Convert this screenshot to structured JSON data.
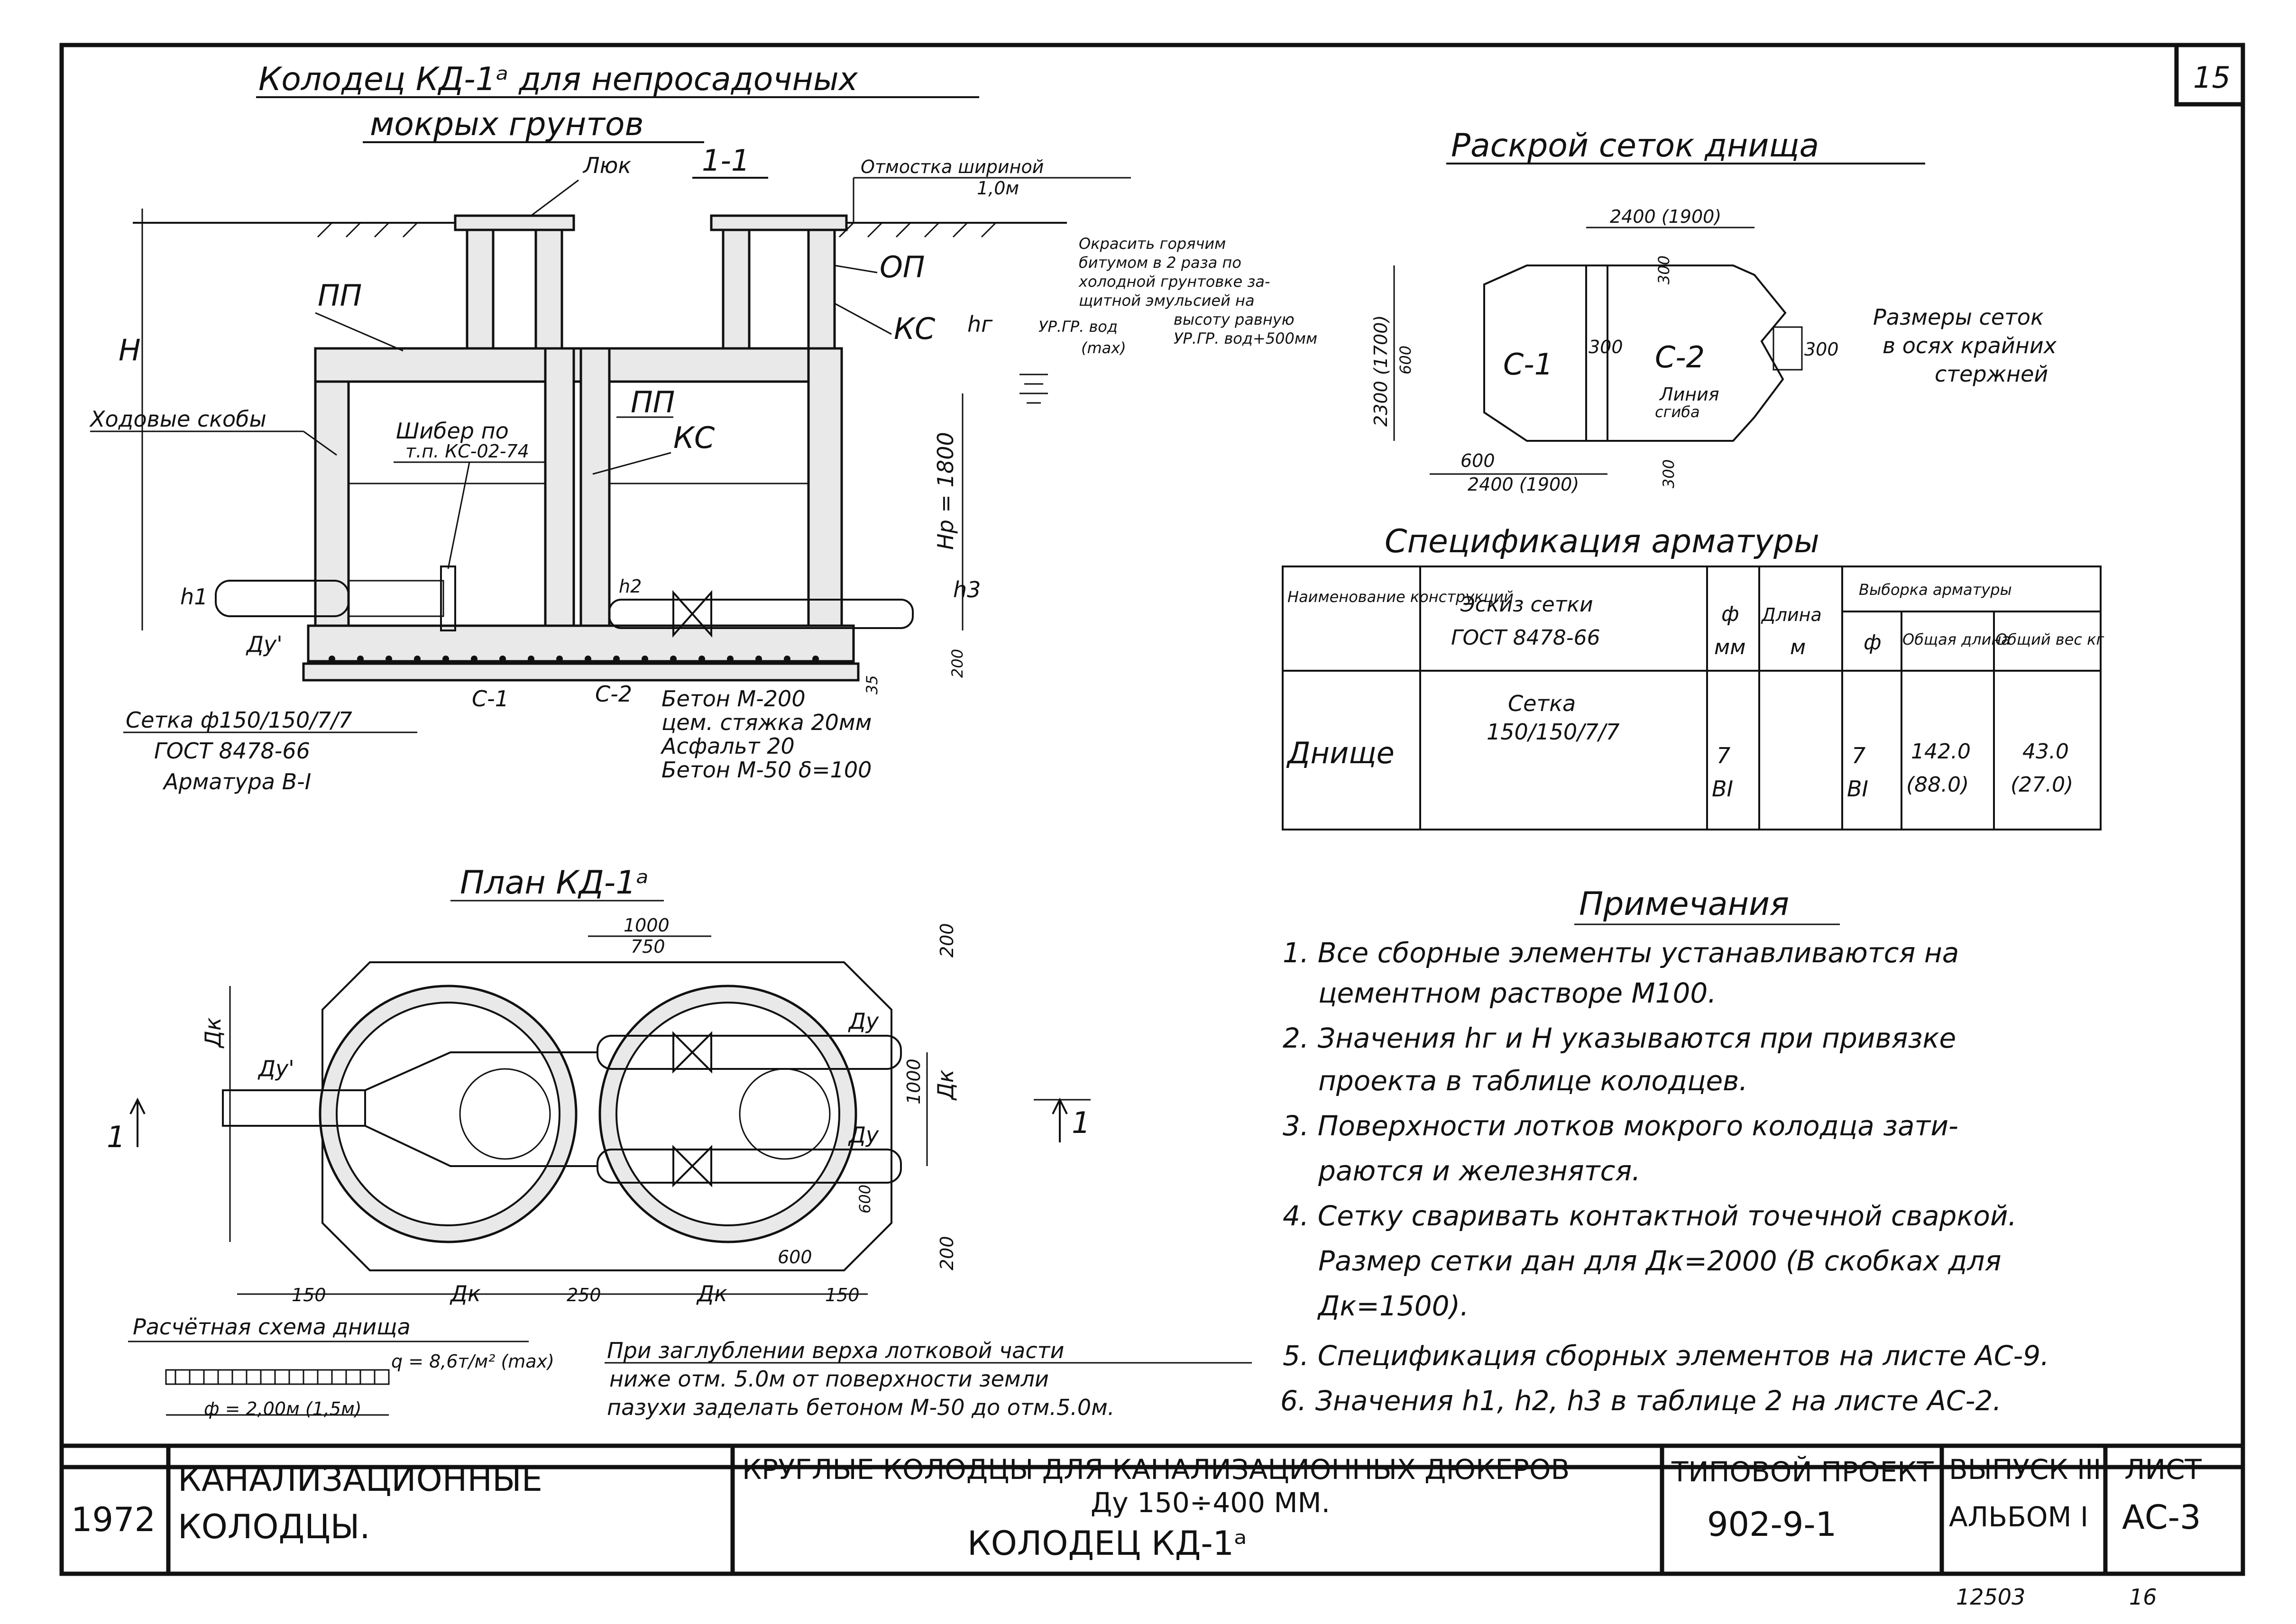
{
  "page_number": "15",
  "main_title": "Колодец КД-1ᵃ для непросадочных",
  "main_title_2": "мокрых грунтов",
  "section": {
    "label": "1-1",
    "hatch_label": "Люк",
    "apron_label": "Отмостка шириной",
    "apron_width": "1,0м",
    "opn_label": "ОП",
    "kc_label": "КС",
    "hg_label": "hг",
    "pp_label": "ПП",
    "h_label": "H",
    "hp_label": "Hр = 1800",
    "h1_label": "h1",
    "h2_label": "h2",
    "h3_label": "h3",
    "step_brackets_label": "Ходовые скобы",
    "gate_label": "Шибер по",
    "gate_ref": "т.п. КС-02-74",
    "pp2_label": "ПП",
    "kc2_label": "КС",
    "du1_label": "Ду'",
    "mesh_label": "Сетка ф150/150/7/7",
    "gost_label": "ГОСТ 8478-66",
    "rebar_label": "Арматура В-I",
    "c1_label": "С-1",
    "c2_label": "С-2",
    "concrete_m200": "Бетон М-200",
    "cement_screed": "цем. стяжка 20мм",
    "asphalt": "Асфальт 20",
    "concrete_m50": "Бетон М-50 δ=100",
    "dim_200": "200",
    "dim_35": "35",
    "waterproof_1": "Окрасить горячим",
    "waterproof_2": "битумом в 2 раза по",
    "waterproof_3": "холодной грунтовке за-",
    "waterproof_4": "щитной эмульсией на",
    "waterproof_5": "высоту равную",
    "waterproof_6": "УР.ГР. вод+500мм",
    "gw_label": "УР.ГР. вод",
    "gw_max": "(max)"
  },
  "cutting": {
    "title": "Раскрой сеток днища",
    "dim_top": "2400 (1900)",
    "dim_bottom": "2400 (1900)",
    "dim_left": "2300 (1700)",
    "dim_600_v": "600",
    "dim_600_h": "600",
    "dim_300_a": "300",
    "dim_300_b": "300",
    "dim_300_c": "300",
    "dim_300_d": "300",
    "c1": "С-1",
    "c2": "С-2",
    "fold_line": "Линия",
    "fold_line_2": "сгиба",
    "note_1": "Размеры сеток",
    "note_2": "в осях крайних",
    "note_3": "стержней"
  },
  "spec": {
    "title": "Спецификация арматуры",
    "headers": {
      "name": "Наименование конструкций",
      "sketch": "Эскиз сетки",
      "sketch_gost": "ГОСТ 8478-66",
      "phi": "ф",
      "mm": "мм",
      "length": "Длина",
      "m": "м",
      "selection": "Выборка арматуры",
      "sel_phi": "ф",
      "total_length": "Общая длина",
      "total_weight": "Общий вес кг"
    },
    "row": {
      "name": "Днище",
      "sketch_1": "Сетка",
      "sketch_2": "150/150/7/7",
      "phi": "7",
      "phi_class": "BI",
      "sel_phi": "7",
      "sel_class": "BI",
      "total_length": "142.0",
      "total_length_alt": "(88.0)",
      "total_weight": "43.0",
      "total_weight_alt": "(27.0)"
    }
  },
  "plan": {
    "title": "План КД-1ᵃ",
    "dim_1000": "1000",
    "dim_750": "750",
    "dim_200_top": "200",
    "dim_200_bot": "200",
    "dim_1000_v": "1000",
    "dim_600_v": "600",
    "dim_600_h": "600",
    "dim_150_l": "150",
    "dim_250": "250",
    "dim_150_r": "150",
    "dk_left": "Дк",
    "dk_bottom_1": "Дк",
    "dk_bottom_2": "Дк",
    "dk_right": "Дк",
    "du_top": "Ду",
    "du_bot": "Ду",
    "du1": "Ду'",
    "cut_left": "1",
    "cut_right": "1"
  },
  "calc": {
    "title": "Расчётная схема днища",
    "load": "q = 8,6т/м² (max)",
    "span": "ф = 2,00м (1,5м)"
  },
  "note_pit": {
    "line_1": "При заглублении верха лотковой части",
    "line_2": "ниже отм. 5.0м от поверхности земли",
    "line_3": "пазухи заделать бетоном М-50 до отм.5.0м."
  },
  "notes": {
    "title": "Примечания",
    "n1a": "1. Все сборные элементы устанавливаются на",
    "n1b": "цементном растворе М100.",
    "n2a": "2. Значения hг и H указываются при привязке",
    "n2b": "проекта в таблице колодцев.",
    "n3a": "3. Поверхности лотков мокрого колодца зати-",
    "n3b": "раются и железнятся.",
    "n4a": "4. Сетку сваривать контактной точечной сваркой.",
    "n4b": "Размер сетки дан для Дк=2000 (В скобках для",
    "n4c": "Дк=1500).",
    "n5": "5. Спецификация сборных элементов на листе АС-9.",
    "n6": "6. Значения h1, h2, h3 в таблице 2 на листе АС-2."
  },
  "stamp": {
    "year": "1972",
    "name_1": "КАНАЛИЗАЦИОННЫЕ",
    "name_2": "КОЛОДЦЫ.",
    "desc_1": "КРУГЛЫЕ КОЛОДЦЫ ДЛЯ КАНАЛИЗАЦИОННЫХ ДЮКЕРОВ",
    "desc_2": "Ду 150÷400 ММ.",
    "desc_3": "КОЛОДЕЦ КД-1ᵃ",
    "project_label": "ТИПОВОЙ ПРОЕКТ",
    "project_no": "902-9-1",
    "issue": "ВЫПУСК III",
    "album": "АЛЬБОМ I",
    "sheet_label": "ЛИСТ",
    "sheet_no": "АС-3",
    "bottom_left": "12503",
    "bottom_right": "16"
  }
}
